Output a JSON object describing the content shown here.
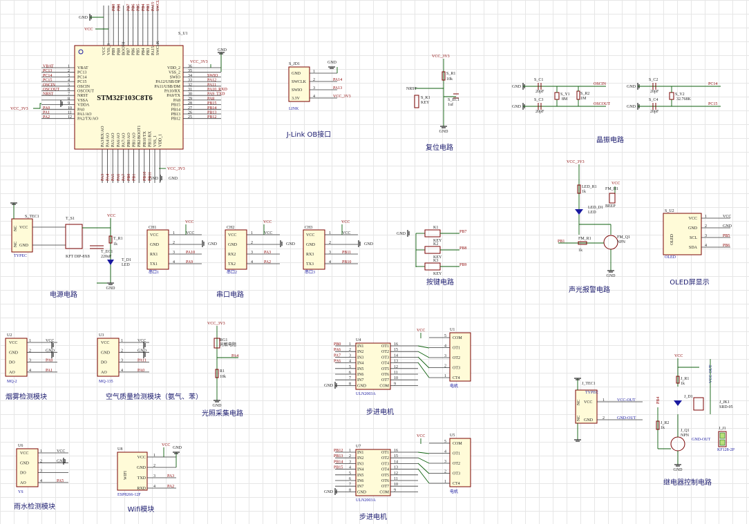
{
  "sections": {
    "mcu_part": "STM32F103C8T6",
    "mcu_ref": "S_U1",
    "jlink": "J-Link OB接口",
    "reset": "复位电路",
    "crystal": "晶振电路",
    "power": "电源电路",
    "uart": "串口电路",
    "keys": "按键电路",
    "alarm": "声光报警电路",
    "oled": "OLED屏显示",
    "smoke": "烟雾检测模块",
    "airq": "空气质量检测模块（氨气、苯）",
    "light": "光照采集电路",
    "stepper1": "步进电机",
    "stepper2": "步进电机",
    "relay": "继电器控制电路",
    "rain": "雨水检测模块",
    "wifi": "Wifi模块"
  },
  "mcu": {
    "top_pins": [
      "VCC",
      "VSS_3",
      "PB9",
      "PB8",
      "BOOT0",
      "PB7",
      "PB6",
      "PB5",
      "PB4",
      "PB3",
      "PA15",
      "SWCLK"
    ],
    "left_pins": [
      {
        "n": "1",
        "name": "VBAT",
        "net": "VBAT"
      },
      {
        "n": "2",
        "name": "PC13",
        "net": "PC13"
      },
      {
        "n": "3",
        "name": "PC14",
        "net": "PC14"
      },
      {
        "n": "4",
        "name": "PC15",
        "net": "PC15"
      },
      {
        "n": "5",
        "name": "OSCIN",
        "net": "OSCIN"
      },
      {
        "n": "6",
        "name": "OSCOUT",
        "net": "OSCOUT"
      },
      {
        "n": "7",
        "name": "NRST",
        "net": "NRST"
      },
      {
        "n": "8",
        "name": "VSSA",
        "net": ""
      },
      {
        "n": "9",
        "name": "VDDA",
        "net": ""
      },
      {
        "n": "10",
        "name": "PA0",
        "net": "PA0"
      },
      {
        "n": "11",
        "name": "PA1/AO",
        "net": "PA1"
      },
      {
        "n": "12",
        "name": "PA2/TX/AO",
        "net": "PA2"
      }
    ],
    "right_pins": [
      {
        "n": "36",
        "name": "VDD_2",
        "net": ""
      },
      {
        "n": "35",
        "name": "VSS_2",
        "net": ""
      },
      {
        "n": "34",
        "name": "SWIO",
        "net": "SWIO"
      },
      {
        "n": "33",
        "name": "PA12/USB/DP",
        "net": "PA12"
      },
      {
        "n": "32",
        "name": "PA11/USB/DM",
        "net": "PA11"
      },
      {
        "n": "31",
        "name": "PA10/RX",
        "net": "PA10_RXD"
      },
      {
        "n": "30",
        "name": "PA9/TX",
        "net": "PA9_TXD"
      },
      {
        "n": "29",
        "name": "PA8",
        "net": "PA8"
      },
      {
        "n": "28",
        "name": "PB15",
        "net": "PB15"
      },
      {
        "n": "27",
        "name": "PB14",
        "net": "PB14"
      },
      {
        "n": "26",
        "name": "PB13",
        "net": "PB13"
      },
      {
        "n": "25",
        "name": "PB12",
        "net": "PB12"
      }
    ],
    "bottom_pins": [
      "PA3/RX/AO",
      "PA4/AO",
      "PA5/AO",
      "PA6/AO",
      "PA7/AO",
      "PB0/AO",
      "PB1/AO",
      "PB2/BOOT1",
      "PB10/TX",
      "PB11/RX",
      "VSS_1",
      "VDD_1"
    ],
    "bottom_nets": [
      "PA3",
      "PA4",
      "PA5",
      "PA6",
      "PA7",
      "PB0",
      "PB1",
      "",
      "PB10",
      "PB11"
    ],
    "top_nets": [
      "",
      "",
      "PB9",
      "PB8",
      "",
      "PB7",
      "PB6",
      "PB5",
      "PB4",
      "PB3",
      "PA15",
      "SWCLK"
    ],
    "vcc_label": "VCC",
    "gnd_label": "GND",
    "vcc3v3_left": "VCC_3V3",
    "vcc3v3_right": "VCC_3V3",
    "vcc3v3_bottom": "VCC_3V3"
  },
  "jlink": {
    "ref": "S_JD1",
    "pins": [
      {
        "n": "1",
        "name": "GND",
        "net": ""
      },
      {
        "n": "2",
        "name": "SWCLK",
        "net": "PA14"
      },
      {
        "n": "3",
        "name": "SWIO",
        "net": "PA13"
      },
      {
        "n": "4",
        "name": "3.3V",
        "net": "VCC_3V3"
      }
    ],
    "footer": "LINK",
    "gnd": "GND"
  },
  "reset": {
    "vcc": "VCC_3V3",
    "r_ref": "S_R1",
    "r_val": "10k",
    "k_ref": "S_K1",
    "k_val": "KEY",
    "c_ref": "S_EC1",
    "c_val": "1uf",
    "net": "NRST",
    "gnd": "GND"
  },
  "crystal": {
    "c1": "S_C1",
    "c1v": "20pF",
    "c3": "S_C3",
    "c3v": "20pF",
    "y1": "S_Y1",
    "y1v": "8M",
    "r2": "S_R2",
    "r2v": "1M",
    "oscin": "OSCIN",
    "oscout": "OSCOUT",
    "c2": "S_C2",
    "c2v": "20pF",
    "c4": "S_C4",
    "c4v": "20pF",
    "y2": "S_Y2",
    "y2v": "32.768K",
    "pc14": "PC14",
    "pc15": "PC15",
    "gnd": "GND"
  },
  "power": {
    "tec_ref": "S_TEC1",
    "tec_type": "TYPEC",
    "pins": [
      "VCC",
      "GND"
    ],
    "nc": "NC",
    "sw_ref": "T_S1",
    "sw_type": "KFT DIP-8X8",
    "ec_ref": "T_EC1",
    "ec_val": "220uF",
    "r_ref": "T_R1",
    "r_val": "1k",
    "d_ref": "T_D1",
    "d_val": "LED",
    "vcc": "VCC",
    "gnd": "GND"
  },
  "uarts": [
    {
      "ref": "CH1",
      "pins": [
        "VCC",
        "GND",
        "RX1",
        "TX1"
      ],
      "nets": [
        "VCC",
        "",
        "PA10",
        "PA9"
      ],
      "foot": "串口1"
    },
    {
      "ref": "CH2",
      "pins": [
        "VCC",
        "GND",
        "RX2",
        "TX2"
      ],
      "nets": [
        "VCC",
        "",
        "PA3",
        "PA2"
      ],
      "foot": "串口2"
    },
    {
      "ref": "CH3",
      "pins": [
        "VCC",
        "GND",
        "RX3",
        "TX3"
      ],
      "nets": [
        "VCC",
        "",
        "PB11",
        "PB10"
      ],
      "foot": "串口3"
    }
  ],
  "keys": {
    "items": [
      {
        "ref": "K1",
        "val": "KEY",
        "net": "PB7"
      },
      {
        "ref": "K2",
        "val": "KEY",
        "net": "PB8"
      },
      {
        "ref": "K3",
        "val": "KEY",
        "net": "PB9"
      }
    ],
    "gnd": "GND"
  },
  "alarm": {
    "vcc3v3": "VCC_3V3",
    "led_r": "LED_R1",
    "led_rv": "1k",
    "led_d": "LED_D1",
    "led_dv": "LED",
    "fm_h": "FM_H1",
    "fm_hv": "BEEP",
    "vcc": "VCC",
    "q": "FM_Q1",
    "qv": "NPN",
    "r": "FM_R1",
    "rv": "1k",
    "net": "PB1",
    "gnd": "GND"
  },
  "oled": {
    "ref": "S_U2",
    "body": "OLED",
    "pins": [
      {
        "n": "1",
        "name": "VCC",
        "net": "VCC"
      },
      {
        "n": "2",
        "name": "GND",
        "net": "GND"
      },
      {
        "n": "3",
        "name": "SCL",
        "net": "PB5"
      },
      {
        "n": "4",
        "name": "SDA",
        "net": "PB6"
      }
    ],
    "foot": "OLED"
  },
  "mq2": {
    "ref": "U2",
    "pins": [
      "VCC",
      "GND",
      "DO",
      "AO"
    ],
    "nets": [
      "VCC",
      "GND",
      "PA8",
      "PA1"
    ],
    "foot": "MQ-2"
  },
  "mq135": {
    "ref": "U3",
    "pins": [
      "VCC",
      "GND",
      "DO",
      "AO"
    ],
    "nets": [
      "VCC",
      "GND",
      "PA11",
      "PA0"
    ],
    "foot": "MQ-135"
  },
  "ys": {
    "ref": "U6",
    "pins": [
      "VCC",
      "GND",
      "DO",
      "AO"
    ],
    "nets": [
      "VCC",
      "GND",
      "",
      "PA5"
    ],
    "foot": "YS"
  },
  "wifi": {
    "ref": "U8",
    "body": "WIFI",
    "pins": [
      "VCC",
      "GND",
      "TXD",
      "RXD"
    ],
    "nets": [
      "VCC",
      "GND",
      "PA3",
      "PA2"
    ],
    "foot": "ESP8266-12F",
    "vcc": "VCC",
    "gnd": "GND"
  },
  "light": {
    "vcc": "VCC_3V3",
    "rg": "RG1",
    "rgv": "光敏电阻",
    "r": "R1",
    "rv": "10k",
    "net": "PA4",
    "gnd": "GND"
  },
  "stepper1": {
    "drv_ref": "U4",
    "drv_part": "ULN2003A",
    "in_pins": [
      "IN1",
      "IN2",
      "IN3",
      "IN4",
      "IN5",
      "IN6",
      "IN7",
      "GND"
    ],
    "in_nums": [
      "1",
      "2",
      "3",
      "4",
      "5",
      "6",
      "7",
      "8"
    ],
    "out_pins": [
      "OT1",
      "OT2",
      "OT3",
      "OT4",
      "OT5",
      "OT6",
      "OT7",
      "COM"
    ],
    "out_nums": [
      "16",
      "15",
      "14",
      "13",
      "12",
      "11",
      "10",
      "9"
    ],
    "in_nets": [
      "PB0",
      "PA6",
      "PA7",
      "PA6"
    ],
    "mot_ref": "U1",
    "mot_pins": [
      "COM",
      "OT1",
      "OT2",
      "OT3",
      "CT4"
    ],
    "mot_nums": [
      "5",
      "4",
      "3",
      "2",
      "1"
    ],
    "mot_part": "电机",
    "vcc": "VCC",
    "gnd": "GND"
  },
  "stepper2": {
    "drv_ref": "U7",
    "drv_part": "ULN2003A",
    "in_nets": [
      "PB12",
      "PB13",
      "PB14",
      "PB15"
    ],
    "mot_ref": "U5",
    "mot_part": "电机",
    "vcc": "VCC",
    "gnd": "GND"
  },
  "relay": {
    "tec_ref": "J_TEC1",
    "tec_type": "TYPEC",
    "pins": [
      "VCC",
      "GND"
    ],
    "nc": "NC",
    "vcc_out": "VCC-OUT",
    "gnd_out": "GND-OUT",
    "vcc_out2": "VCC-OUT",
    "vcc": "VCC",
    "r1": "J_R1",
    "r1v": "1k",
    "d1": "J_D1",
    "jk": "J_JK1",
    "jkv": "SRD-05",
    "j1": "J_J1",
    "gnd_out2": "GND-OUT",
    "kf": "KF128-2P",
    "r2": "J_R2",
    "r2v": "1k",
    "q1": "J_Q1",
    "q1v": "NPN",
    "pb": "PB4",
    "gnd": "GND"
  }
}
